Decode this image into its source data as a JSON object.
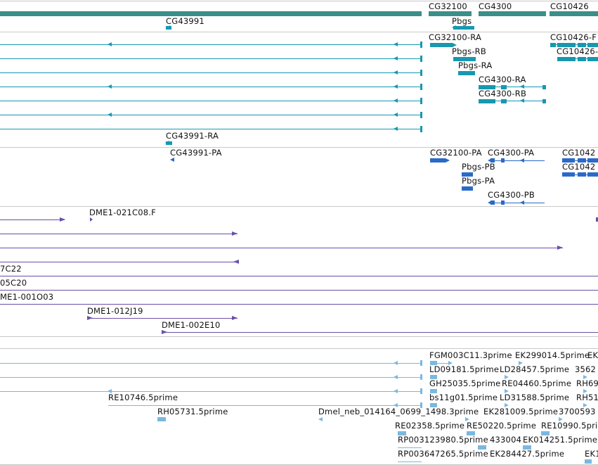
{
  "colors": {
    "gene": "#3a8f8a",
    "transcript": "#1798b0",
    "protein": "#2a6ac8",
    "clone": "#6a4fa8",
    "est": "#7ab8e0",
    "separator": "#c8c8c8"
  },
  "gene_track": {
    "labels": [
      "CG32100",
      "CG4300",
      "CG10426",
      "CG43991",
      "Pbgs"
    ]
  },
  "transcript_track": {
    "labels": [
      "CG32100-RA",
      "CG10426-F",
      "CG10426-",
      "Pbgs-RB",
      "Pbgs-RA",
      "CG4300-RA",
      "CG4300-RB",
      "CG43991-RA"
    ]
  },
  "protein_track": {
    "labels": [
      "CG43991-PA",
      "CG32100-PA",
      "CG4300-PA",
      "CG1042",
      "CG1042",
      "Pbgs-PB",
      "Pbgs-PA",
      "CG4300-PB"
    ]
  },
  "clone_track": {
    "labels": [
      "DME1-021C08.F",
      "7C22",
      "05C20",
      "ME1-001O03",
      "DME1-012J19",
      "DME1-002E10"
    ]
  },
  "est_track": {
    "labels": [
      "FGM003C11.3prime",
      "EK299014.5prime",
      "EK",
      "LD09181.5prime",
      "LD28457.5prime",
      "3562",
      "GH25035.5prime",
      "RE04460.5prime",
      "RH69",
      "RE10746.5prime",
      "bs11g01.5prime",
      "LD31588.5prime",
      "RH51",
      "RH05731.5prime",
      "Dmel_neb_014164_0699_1498.3prime",
      "EK281009.5prime",
      "3700593",
      "RE02358.5prime",
      "RE50220.5prime",
      "RE10990.5prime",
      "RP003123980.5prime",
      "433004",
      "EK014251.5prime",
      "RP003647265.5prime",
      "EK284427.5prime",
      "EK1"
    ]
  }
}
